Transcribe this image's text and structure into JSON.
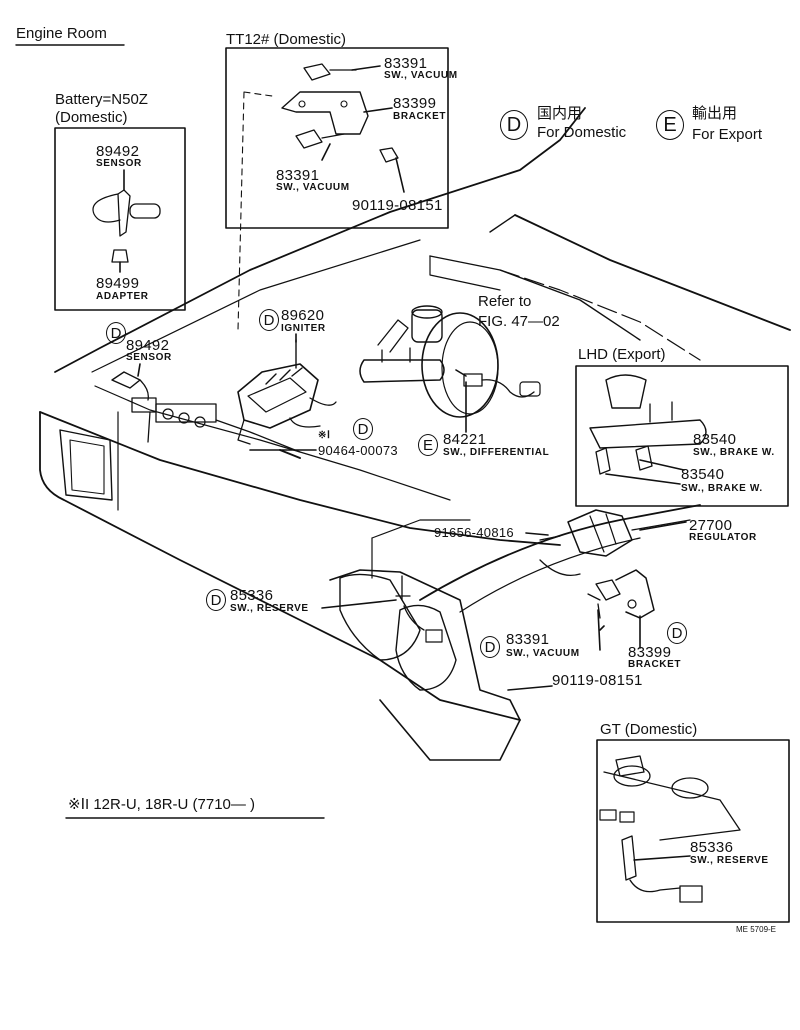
{
  "headings": {
    "engine_room": "Engine Room",
    "tt12": "TT12# (Domestic)",
    "battery": "Battery=N50Z",
    "battery_domestic": "(Domestic)",
    "lhd_export": "LHD (Export)",
    "gt_domestic": "GT (Domestic)"
  },
  "legend": {
    "d_marker": "D",
    "d_jp": "国内用",
    "d_en": "For Domestic",
    "e_marker": "E",
    "e_jp": "輸出用",
    "e_en": "For Export"
  },
  "refer": {
    "line1": "Refer to",
    "line2": "FIG. 47—02"
  },
  "footnote": {
    "text": "※ⅠI 12R-U, 18R-U (7710—      )"
  },
  "footnote_mark": "※Ⅰ",
  "catalog_code": "ME 5709-E",
  "parts": {
    "tt_vacuum_top": {
      "number": "83391",
      "name": "SW., VACUUM"
    },
    "tt_bracket": {
      "number": "83399",
      "name": "BRACKET"
    },
    "tt_vacuum_bottom": {
      "number": "83391",
      "name": "SW., VACUUM"
    },
    "tt_bolt": {
      "number": "90119-08151"
    },
    "batt_sensor": {
      "number": "89492",
      "name": "SENSOR"
    },
    "batt_adapter": {
      "number": "89499",
      "name": "ADAPTER"
    },
    "sensor_main": {
      "number": "89492",
      "name": "SENSOR"
    },
    "igniter": {
      "number": "89620",
      "name": "IGNITER"
    },
    "clamp": {
      "number": "90464-00073"
    },
    "differential": {
      "number": "84221",
      "name": "SW., DIFFERENTIAL"
    },
    "brake_w_1": {
      "number": "83540",
      "name": "SW., BRAKE W."
    },
    "brake_w_2": {
      "number": "83540",
      "name": "SW., BRAKE W."
    },
    "bolt_91656": {
      "number": "91656-40816"
    },
    "regulator": {
      "number": "27700",
      "name": "REGULATOR"
    },
    "reserve_main": {
      "number": "85336",
      "name": "SW., RESERVE"
    },
    "vacuum_main": {
      "number": "83391",
      "name": "SW., VACUUM"
    },
    "bracket_main": {
      "number": "83399",
      "name": "BRACKET"
    },
    "bolt_main": {
      "number": "90119-08151"
    },
    "reserve_gt": {
      "number": "85336",
      "name": "SW., RESERVE"
    }
  }
}
